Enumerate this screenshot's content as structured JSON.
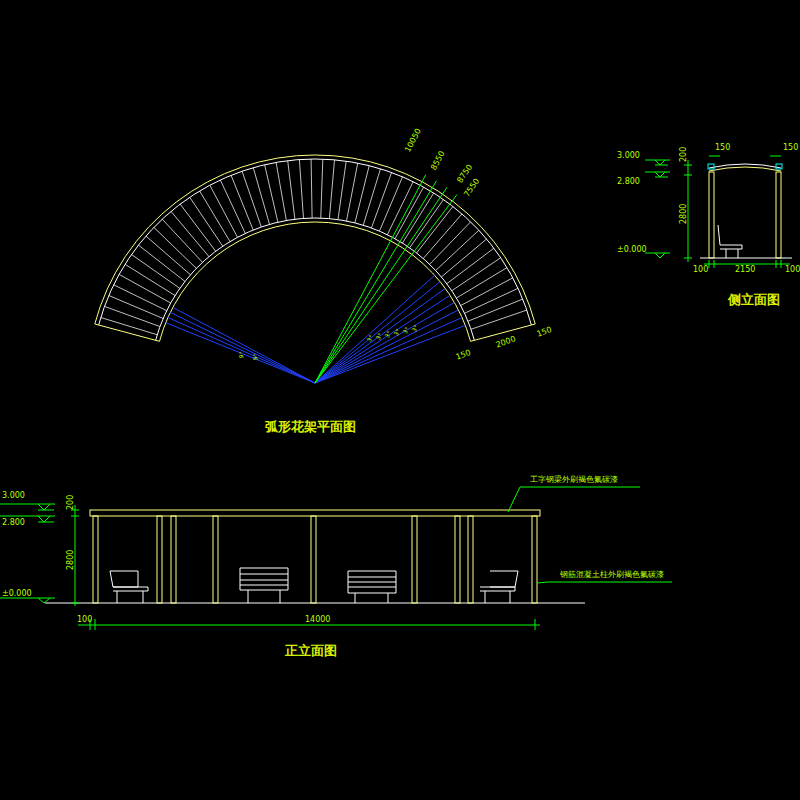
{
  "diagram": {
    "labels": [
      "10050",
      "8550",
      "8750",
      "7550",
      "150",
      "2000",
      "150",
      "9°",
      "9°",
      "3°",
      "3°",
      "3°",
      "3°",
      "3°",
      "3°",
      "弧形花架平面图",
      "3.000",
      "2.800",
      "±0.000",
      "200",
      "2800",
      "150",
      "150",
      "100",
      "2150",
      "100",
      "侧立面图",
      "3.000",
      "2.800",
      "±0.000",
      "200",
      "2800",
      "100",
      "14000",
      "工字钢梁外刷褐色氟碳漆",
      "钢筋混凝土柱外刷褐色氟碳漆",
      "正立面图"
    ]
  }
}
